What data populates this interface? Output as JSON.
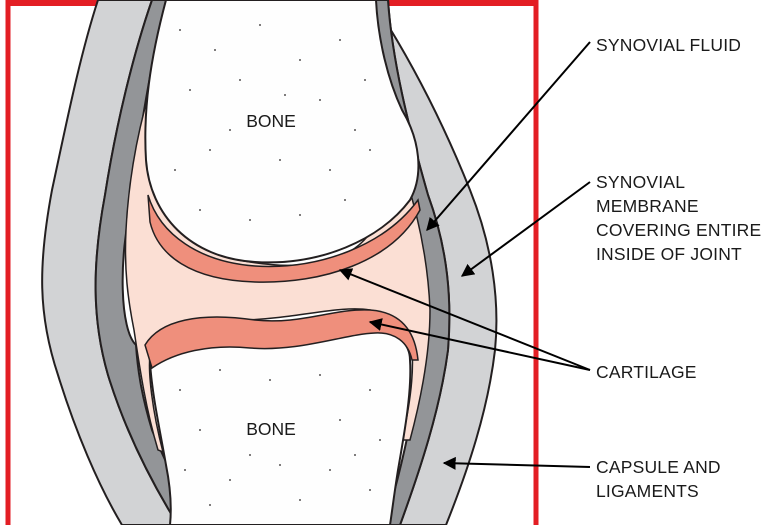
{
  "colors": {
    "frame": "#e31e24",
    "capsule": "#d2d3d5",
    "membrane": "#939598",
    "synovial_fluid": "#fbdfd4",
    "cartilage": "#ef8f7c",
    "bone": "#fefefe",
    "outline": "#231f20"
  },
  "diagram": {
    "bone_upper_label": "BONE",
    "bone_lower_label": "BONE",
    "labels": [
      {
        "id": "synovial-fluid",
        "lines": [
          "SYNOVIAL FLUID"
        ]
      },
      {
        "id": "synovial-membrane",
        "lines": [
          "SYNOVIAL",
          "MEMBRANE",
          "COVERING ENTIRE",
          "INSIDE OF JOINT"
        ]
      },
      {
        "id": "cartilage",
        "lines": [
          "CARTILAGE"
        ]
      },
      {
        "id": "capsule",
        "lines": [
          "CAPSULE AND",
          "LIGAMENTS"
        ]
      }
    ]
  }
}
